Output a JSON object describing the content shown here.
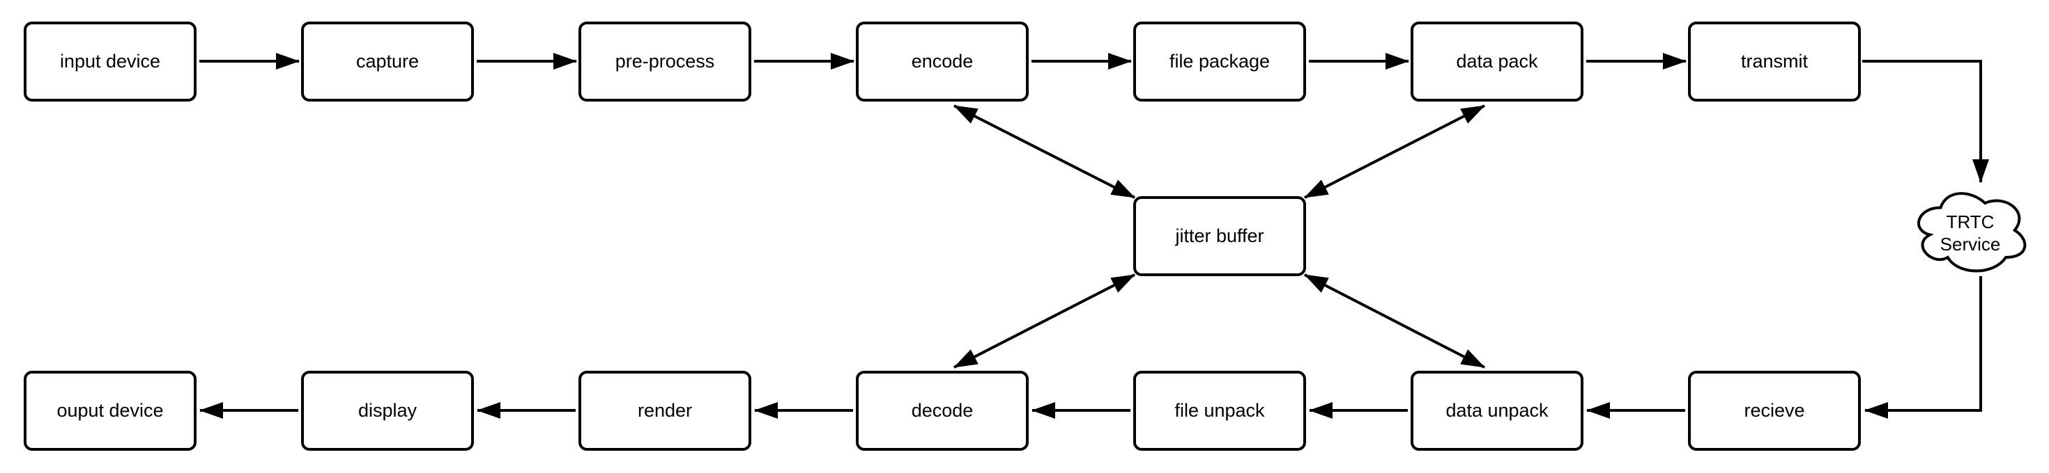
{
  "diagram": {
    "background_color": "#ffffff",
    "stroke_color": "#000000",
    "text_color": "#000000",
    "top_row": [
      "input device",
      "capture",
      "pre-process",
      "encode",
      "file package",
      "data pack",
      "transmit"
    ],
    "center": {
      "label": "jitter buffer"
    },
    "cloud": {
      "line1": "TRTC",
      "line2": "Service"
    },
    "bottom_row": [
      "ouput device",
      "display",
      "render",
      "decode",
      "file unpack",
      "data unpack",
      "recieve"
    ],
    "arrows": [
      {
        "from": "input device",
        "to": "capture",
        "bidirectional": false
      },
      {
        "from": "capture",
        "to": "pre-process",
        "bidirectional": false
      },
      {
        "from": "pre-process",
        "to": "encode",
        "bidirectional": false
      },
      {
        "from": "encode",
        "to": "file package",
        "bidirectional": false
      },
      {
        "from": "file package",
        "to": "data pack",
        "bidirectional": false
      },
      {
        "from": "data pack",
        "to": "transmit",
        "bidirectional": false
      },
      {
        "from": "transmit",
        "to": "TRTC Service",
        "bidirectional": false
      },
      {
        "from": "TRTC Service",
        "to": "recieve",
        "bidirectional": false
      },
      {
        "from": "recieve",
        "to": "data unpack",
        "bidirectional": false
      },
      {
        "from": "data unpack",
        "to": "file unpack",
        "bidirectional": false
      },
      {
        "from": "file unpack",
        "to": "decode",
        "bidirectional": false
      },
      {
        "from": "decode",
        "to": "render",
        "bidirectional": false
      },
      {
        "from": "render",
        "to": "display",
        "bidirectional": false
      },
      {
        "from": "display",
        "to": "ouput device",
        "bidirectional": false
      },
      {
        "from": "encode",
        "to": "jitter buffer",
        "bidirectional": true
      },
      {
        "from": "data pack",
        "to": "jitter buffer",
        "bidirectional": true
      },
      {
        "from": "decode",
        "to": "jitter buffer",
        "bidirectional": true
      },
      {
        "from": "data unpack",
        "to": "jitter buffer",
        "bidirectional": true
      }
    ]
  }
}
